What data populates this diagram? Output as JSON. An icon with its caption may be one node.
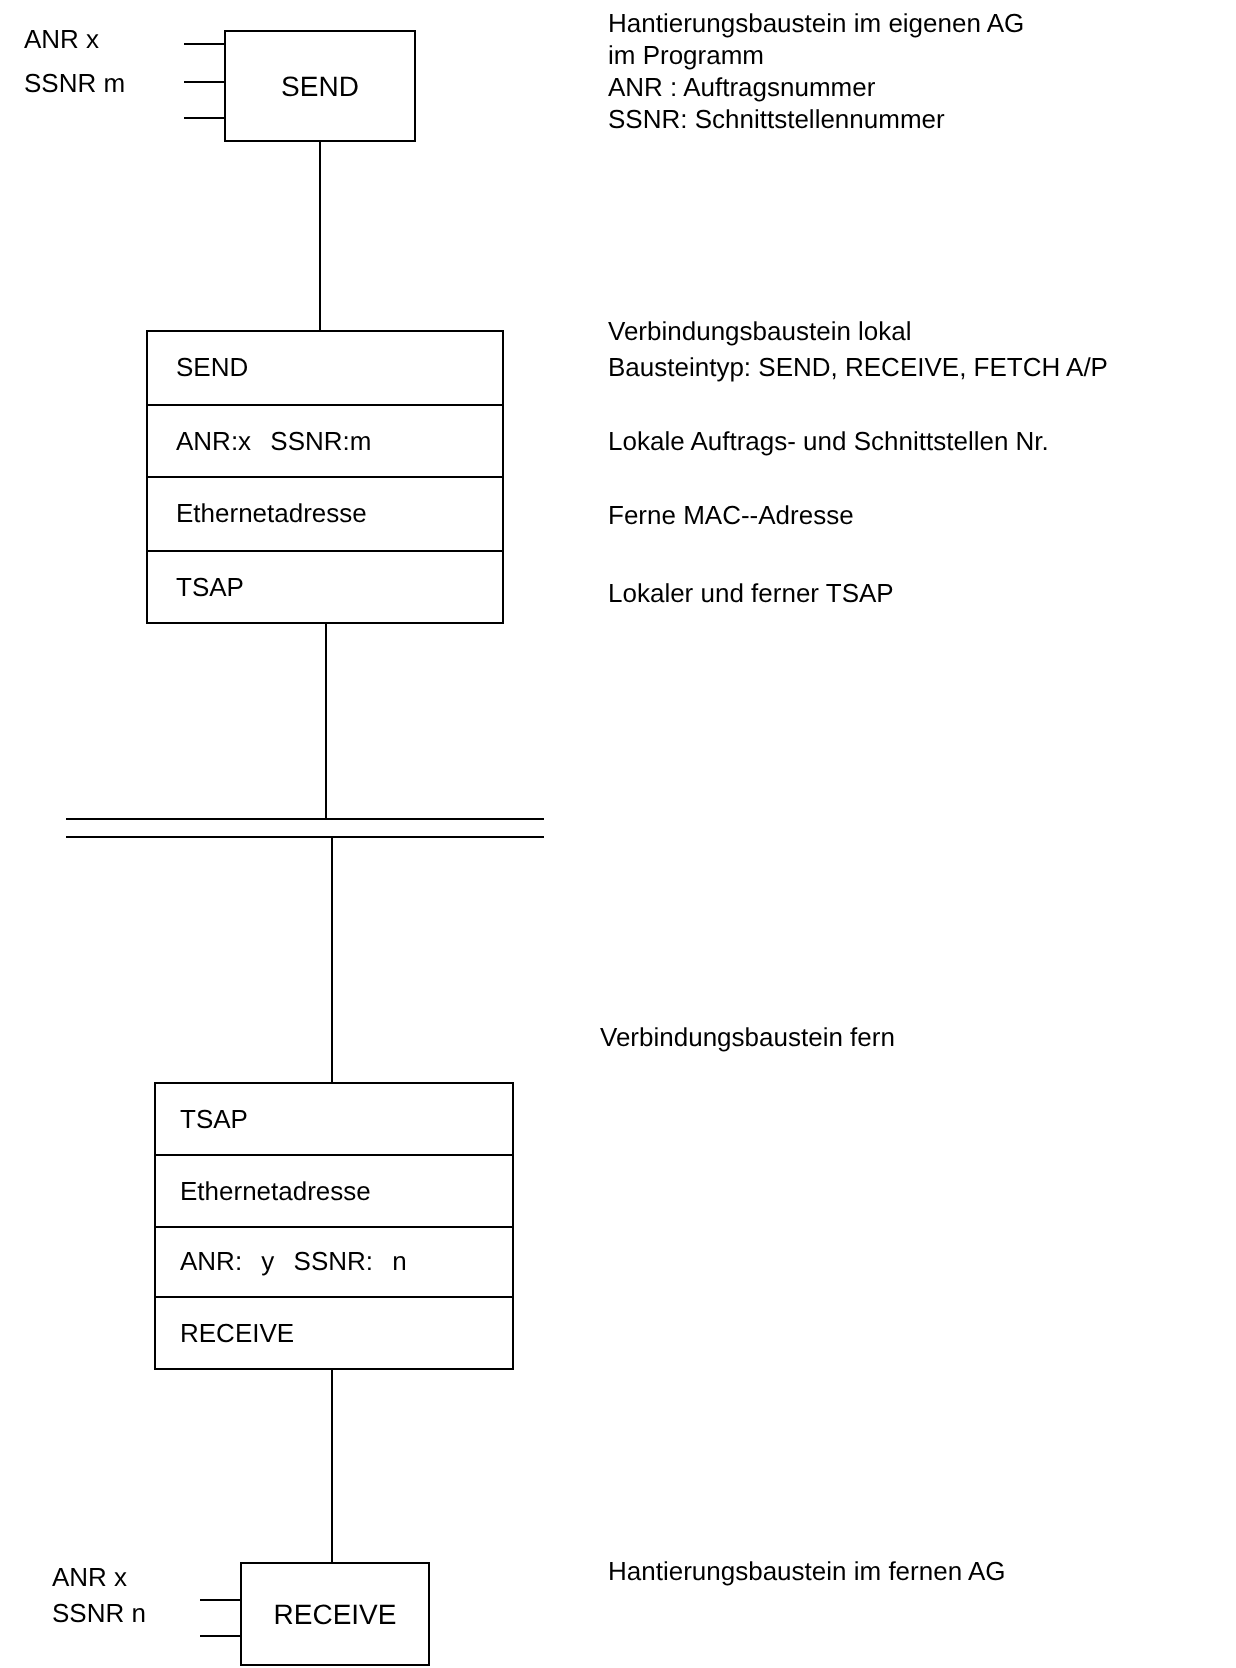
{
  "diagram": {
    "nodes": [
      {
        "text": [
          "SEND"
        ]
      },
      {
        "text": [
          "SEND",
          "ANR:x SSNR:m",
          "Ethernetadresse",
          "TSAP"
        ]
      },
      {
        "text": [],
        "shape": "bar"
      },
      {
        "text": [
          "TSAP",
          "Ethernetadresse",
          "ANR: y SSNR: n",
          "RECEIVE"
        ]
      },
      {
        "text": [
          "RECEIVE"
        ]
      }
    ],
    "edges": [
      {
        "from": 0,
        "to": 1,
        "arrow": "none"
      },
      {
        "from": 1,
        "to": 2,
        "arrow": "none"
      },
      {
        "from": 2,
        "to": 3,
        "arrow": "none"
      },
      {
        "from": 3,
        "to": 4,
        "arrow": "none"
      }
    ],
    "labels": [
      "ANR x",
      "SSNR m",
      "Hantierungsbaustein im eigenen AG",
      "im Programm",
      "ANR : Auftragsnummer",
      "SSNR: Schnittstellennummer",
      "Verbindungsbaustein lokal",
      "Bausteintyp: SEND, RECEIVE, FETCH A/P",
      "Lokale Auftrags- und Schnittstellen Nr.",
      "Ferne MAC--Adresse",
      "Lokaler und ferner TSAP",
      "Verbindungsbaustein fern",
      "ANR x",
      "SSNR n",
      "Hantierungsbaustein im fernen AG"
    ]
  }
}
